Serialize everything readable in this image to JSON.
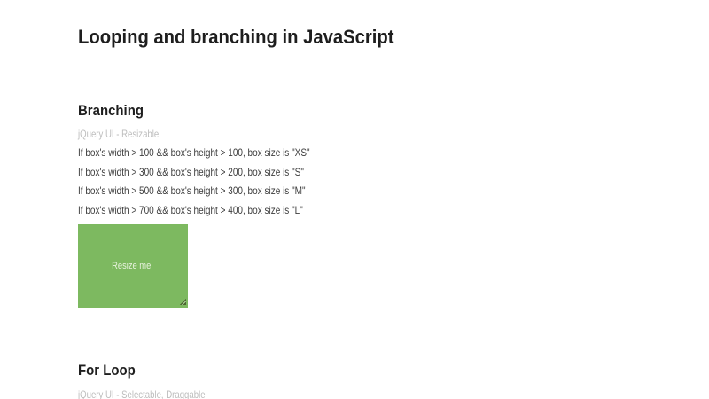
{
  "page": {
    "title": "Looping and branching in JavaScript",
    "background": "#ffffff"
  },
  "sections": [
    {
      "heading": "Branching",
      "subtitle": "jQuery UI - Resizable",
      "rules": [
        "If box's width > 100 && box's height > 100, box size is \"XS\"",
        "If box's width > 300 && box's height > 200, box size is \"S\"",
        "If box's width > 500 && box's height > 300, box size is \"M\"",
        "If box's width > 700 && box's height > 400, box size is \"L\""
      ],
      "resizable_box": {
        "label": "Resize me!",
        "fill_color": "#7db960"
      }
    },
    {
      "heading": "For Loop",
      "subtitle": "jQuery UI - Selectable, Draggable"
    }
  ]
}
